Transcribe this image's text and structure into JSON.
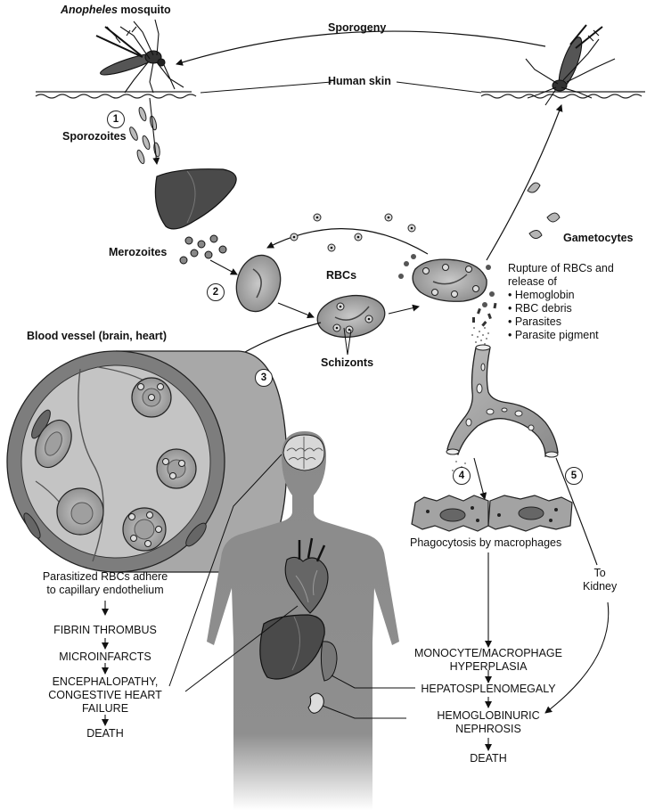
{
  "labels": {
    "anopheles": "Anopheles",
    "mosquito": " mosquito",
    "sporogeny": "Sporogeny",
    "human_skin": "Human skin",
    "sporozoites": "Sporozoites",
    "merozoites": "Merozoites",
    "rbcs": "RBCs",
    "schizonts": "Schizonts",
    "gametocytes": "Gametocytes",
    "blood_vessel": "Blood vessel (brain, heart)",
    "rupture_title_1": "Rupture of RBCs and",
    "rupture_title_2": "release of",
    "rupture_items": [
      "• Hemoglobin",
      "• RBC debris",
      "• Parasites",
      "• Parasite pigment"
    ],
    "phagocytosis": "Phagocytosis by macrophages",
    "to_kidney_1": "To",
    "to_kidney_2": "Kidney",
    "parasitized_1": "Parasitized RBCs adhere",
    "parasitized_2": "to capillary endothelium"
  },
  "steps": [
    "1",
    "2",
    "3",
    "4",
    "5"
  ],
  "left_flow": [
    "FIBRIN THROMBUS",
    "MICROINFARCTS",
    "ENCEPHALOPATHY,",
    "CONGESTIVE HEART",
    "FAILURE",
    "DEATH"
  ],
  "right_flow": {
    "monocyte_1": "MONOCYTE/MACROPHAGE",
    "monocyte_2": "HYPERPLASIA",
    "hepato": "HEPATOSPLENOMEGALY",
    "nephrosis_1": "HEMOGLOBINURIC",
    "nephrosis_2": "NEPHROSIS",
    "death": "DEATH"
  },
  "colors": {
    "ink": "#111111",
    "rbc": "#9a9a9a",
    "liver": "#4a4a4a",
    "body": "#8c8c8c",
    "vessel": "#a6a6a6"
  }
}
